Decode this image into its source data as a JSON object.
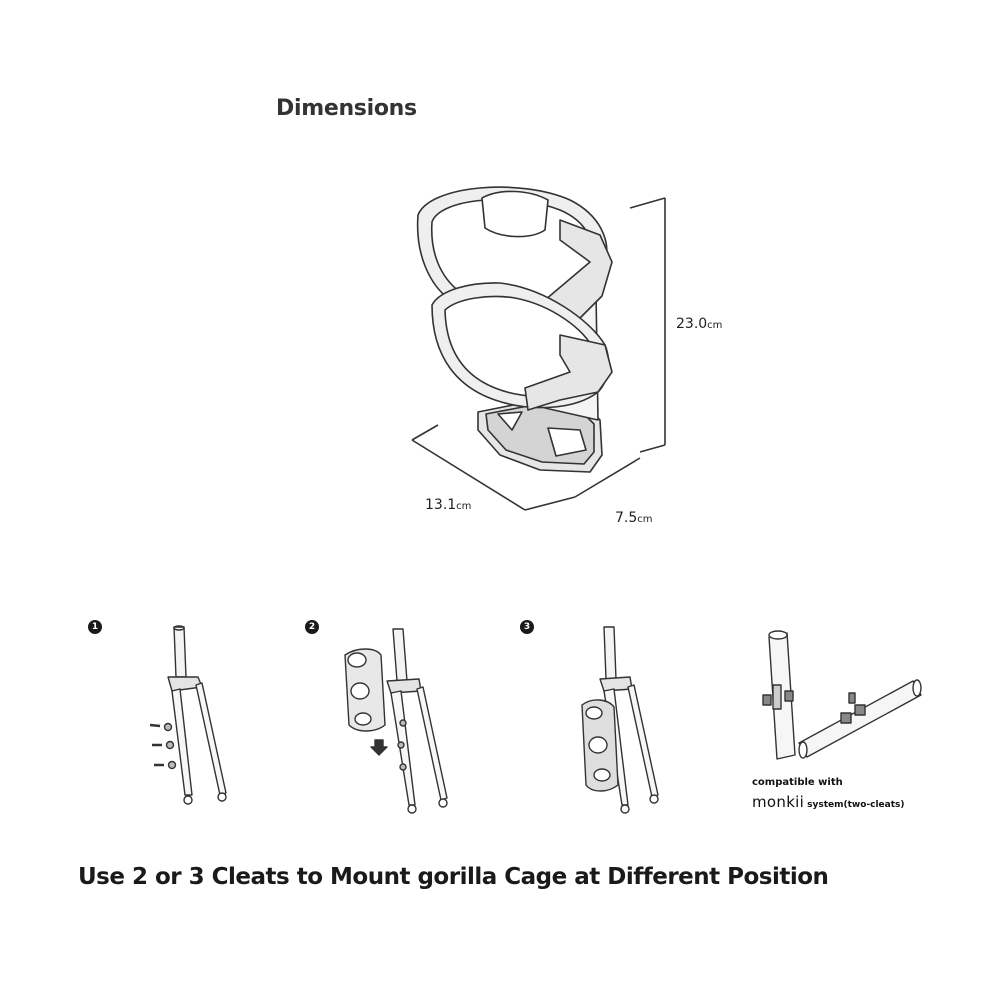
{
  "heading": "Dimensions",
  "dimensions": {
    "height": {
      "value": "23.0",
      "unit": "cm"
    },
    "width": {
      "value": "13.1",
      "unit": "cm"
    },
    "depth": {
      "value": "7.5",
      "unit": "cm"
    }
  },
  "steps": [
    {
      "number": "1"
    },
    {
      "number": "2"
    },
    {
      "number": "3"
    }
  ],
  "compatibility": {
    "line1": "compatible with",
    "brand": "monkii",
    "suffix": "system(two-cleats)"
  },
  "caption": "Use 2 or 3 Cleats to Mount gorilla Cage at Different Position",
  "colors": {
    "text": "#222222",
    "line": "#333333",
    "fill": "#eeeeee",
    "shadow": "#cfcfcf"
  }
}
